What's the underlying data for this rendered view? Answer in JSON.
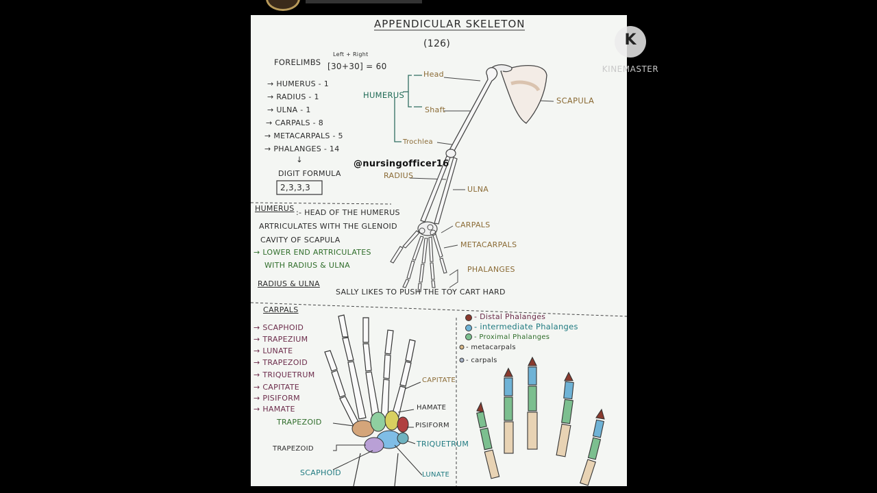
{
  "watermark": {
    "brand": "KINEMASTER",
    "glyph": "K"
  },
  "handle": "@nursingofficer16",
  "title": "APPENDICULAR SKELETON",
  "count": "(126)",
  "forelimbs": {
    "label": "FORELIMBS",
    "formula": "[30+30] = 60",
    "note": "Left + Right",
    "items": [
      "HUMERUS - 1",
      "RADIUS - 1",
      "ULNA - 1",
      "CARPALS - 8",
      "METACARPALS - 5",
      "PHALANGES - 14"
    ],
    "digit_label": "DIGIT FORMULA",
    "digit_formula": "2,3,3,3"
  },
  "arm_labels": {
    "humerus": "HUMERUS",
    "head": "Head",
    "shaft": "Shaft",
    "trochlea": "Trochlea",
    "scapula": "SCAPULA",
    "radius": "RADIUS",
    "ulna": "ULNA",
    "carpals": "CARPALS",
    "metacarpals": "METACARPALS",
    "phalanges": "PHALANGES"
  },
  "humerus_notes": {
    "heading": "HUMERUS",
    "line1": ":- HEAD OF THE HUMERUS",
    "line2": "ARTRICULATES WITH THE GLENOID",
    "line3": "CAVITY OF SCAPULA",
    "line4": "LOWER END ARTRICULATES",
    "line5": "WITH RADIUS & ULNA"
  },
  "radius_ulna": {
    "heading": "RADIUS & ULNA",
    "mnemonic": "SALLY LIKES TO PUSH THE TOY CART HARD"
  },
  "carpals": {
    "heading": "CARPALS",
    "items": [
      "SCAPHOID",
      "TRAPEZIUM",
      "LUNATE",
      "TRAPEZOID",
      "TRIQUETRUM",
      "CAPITATE",
      "PISIFORM",
      "HAMATE"
    ]
  },
  "hand_labels": {
    "capitate": "CAPITATE",
    "hamate": "HAMATE",
    "pisiform": "PISIFORM",
    "triquetrum": "TRIQUETRUM",
    "trapezoid_top": "TRAPEZOID",
    "trapezoid": "TRAPEZOID",
    "scaphoid": "SCAPHOID",
    "lunate": "LUNATE"
  },
  "legend": {
    "distal": "- Distal Phalanges",
    "intermediate": "- intermediate Phalanges",
    "proximal": "- Proximal Phalanges",
    "metacarpals": "- metacarpals",
    "carpals": "- carpals"
  },
  "colors": {
    "distal": "#8a3a2e",
    "intermediate": "#6fb3d6",
    "proximal": "#7cbf8f",
    "metacarpals": "#d9b98a",
    "carpals": "#a8b4c8"
  }
}
